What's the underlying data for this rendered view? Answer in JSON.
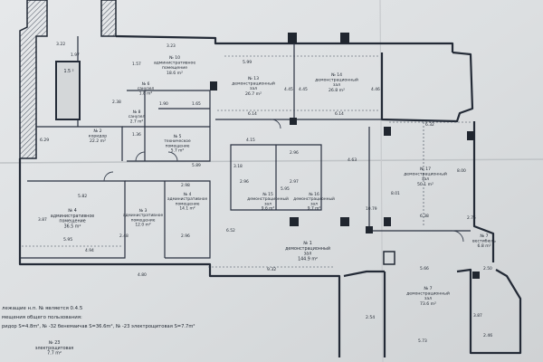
{
  "rooms": [
    {
      "id": "r15",
      "lines": [
        "1.5 ²"
      ]
    },
    {
      "id": "r10",
      "lines": [
        "№ 10",
        "административное",
        "помещение",
        "18.6 m²"
      ]
    },
    {
      "id": "r13",
      "lines": [
        "№ 13",
        "демонстрационный",
        "зал",
        "26.7 m²"
      ]
    },
    {
      "id": "r14",
      "lines": [
        "№ 14",
        "демонстрационный",
        "зал",
        "26.8 m²"
      ]
    },
    {
      "id": "r6s",
      "lines": [
        "№ 6",
        "санузел",
        "1.8 m²"
      ]
    },
    {
      "id": "r8",
      "lines": [
        "№ 8",
        "санузел",
        "2.7 m²"
      ]
    },
    {
      "id": "r2",
      "lines": [
        "№ 2",
        "коридор",
        "22.2 m²"
      ]
    },
    {
      "id": "r5",
      "lines": [
        "№ 5",
        "техническое",
        "помещение",
        "5.7 m²"
      ]
    },
    {
      "id": "r17",
      "lines": [
        "№ 17",
        "демонстрационный",
        "зал",
        "50.1 m²"
      ]
    },
    {
      "id": "r15b",
      "lines": [
        "№ 15",
        "демонстрационный",
        "зал",
        "9.6 m²"
      ]
    },
    {
      "id": "r16",
      "lines": [
        "№ 16",
        "демонстрационный",
        "зал",
        "9.7 m²"
      ]
    },
    {
      "id": "r4",
      "lines": [
        "№ 4",
        "административное",
        "помещение",
        "36.5 m²"
      ]
    },
    {
      "id": "r3",
      "lines": [
        "№ 3",
        "административное",
        "помещение",
        "12.0 m²"
      ]
    },
    {
      "id": "r4b",
      "lines": [
        "№ 4",
        "административное",
        "помещение",
        "14.1 m²"
      ]
    },
    {
      "id": "r1",
      "lines": [
        "№ 1",
        "демонстрационный",
        "зал",
        "144.9 m²"
      ]
    },
    {
      "id": "r7",
      "lines": [
        "№ 7",
        "вестибюль",
        "6.8 m²"
      ]
    },
    {
      "id": "r7b",
      "lines": [
        "№ 7",
        "демонстрационный",
        "зал",
        "73.6 m²"
      ]
    },
    {
      "id": "r23",
      "lines": [
        "№ 23",
        "электрощитовая",
        "7.7 m²"
      ]
    }
  ],
  "dimensions": [
    "3.22",
    "1.97",
    "6.29",
    "2.38",
    "5.99",
    "6.14",
    "6.14",
    "4.15",
    "4.63",
    "5.82",
    "3.87",
    "4.94",
    "5.95",
    "2.48",
    "2.96",
    "2.96",
    "4.80",
    "9.32",
    "2.98",
    "1.36",
    "2.75",
    "2.50",
    "2.54",
    "2.46",
    "3.87",
    "5.73",
    "5.66",
    "10.79",
    "6.38",
    "6.32",
    "5.95",
    "5.89",
    "1.65",
    "1.90",
    "3.23",
    "4.45",
    "4.45",
    "4.46",
    "1.57",
    "8.01",
    "8.00",
    "3.18",
    "2.96",
    "2.97",
    "6.52"
  ],
  "notes": {
    "line1": "лежащие  н.п. № является  0.4.5",
    "line2": "мещения  общего пользования:",
    "line3": "ридор S=4.8m², № -32 бенемаичав S=36.6m², № -23 электрощитовая S=7.7m²"
  }
}
